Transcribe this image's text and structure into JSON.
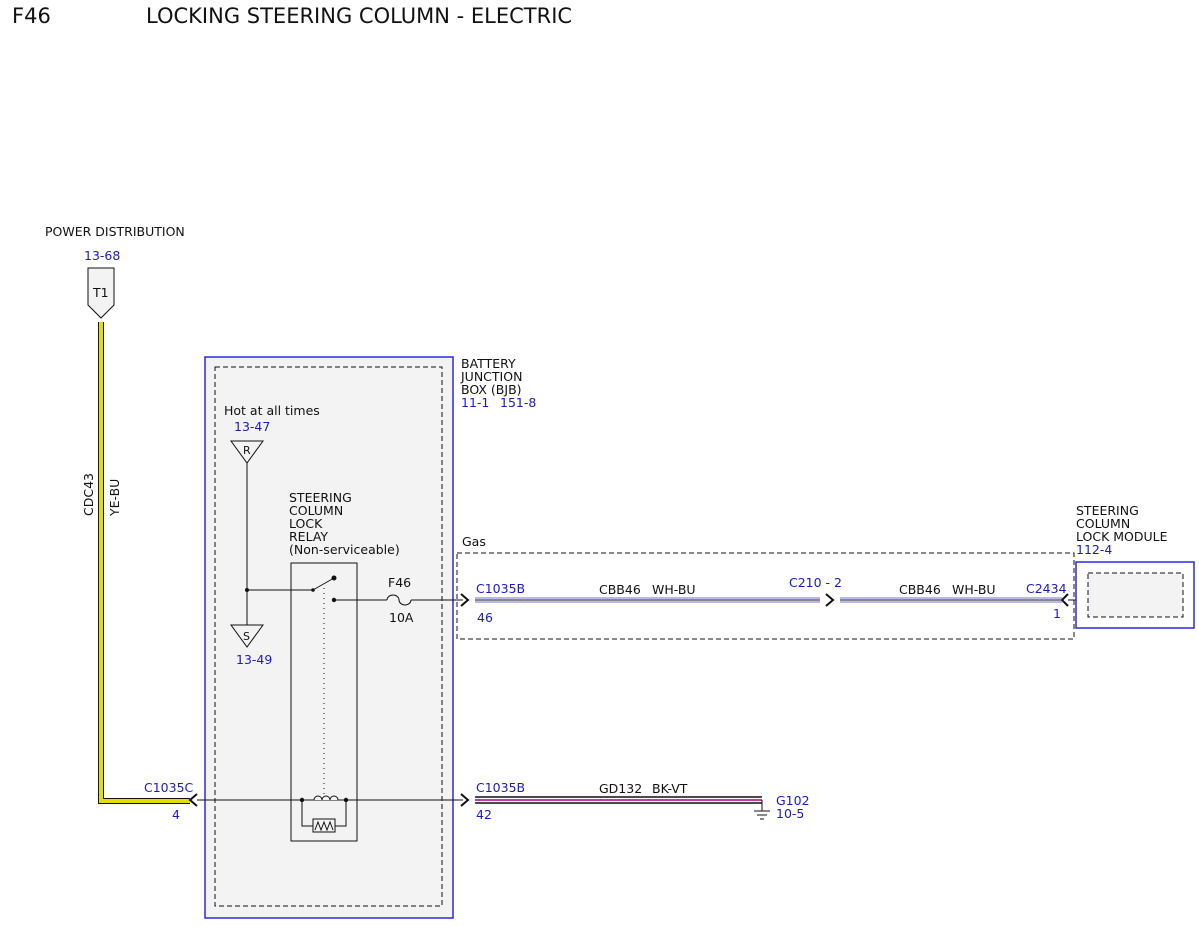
{
  "header": {
    "code": "F46",
    "title": "LOCKING STEERING COLUMN - ELECTRIC"
  },
  "colors": {
    "ref_blue": "#1a1acc",
    "box_blue": "#2a2ae0",
    "wire_yellow": "#e3e000",
    "wire_blue": "#6f6fe6",
    "wire_black": "#111111",
    "wire_violet": "#c23aa6",
    "box_fill": "#f3f3f3"
  },
  "power": {
    "label": "POWER DISTRIBUTION",
    "page_ref": "13-68",
    "terminal": "T1",
    "circuit": "CDC43",
    "wire_color": "YE-BU"
  },
  "bjb": {
    "name_lines": [
      "BATTERY",
      "JUNCTION",
      "BOX (BJB)"
    ],
    "ref_a": "11-1",
    "ref_b": "151-8",
    "hot_label": "Hot at all times",
    "hot_ref": "13-47",
    "r_terminal": "R",
    "s_terminal": "S",
    "s_ref": "13-49"
  },
  "relay": {
    "name_lines": [
      "STEERING",
      "COLUMN",
      "LOCK",
      "RELAY",
      "(Non-serviceable)"
    ]
  },
  "fuse": {
    "name": "F46",
    "rating": "10A"
  },
  "gas": {
    "label": "Gas"
  },
  "wires": {
    "signal": {
      "connector_left": "C1035B",
      "pin_left": "46",
      "circuit": "CBB46",
      "color": "WH-BU",
      "inline_connector": "C210 - 2",
      "connector_right": "C2434",
      "pin_right": "1"
    },
    "ground": {
      "connector_left": "C1035B",
      "pin_left": "42",
      "circuit": "GD132",
      "color": "BK-VT",
      "ground_id": "G102",
      "ground_ref": "10-5"
    },
    "power_in": {
      "connector": "C1035C",
      "pin": "4"
    }
  },
  "module": {
    "name_lines": [
      "STEERING",
      "COLUMN",
      "LOCK MODULE"
    ],
    "ref": "112-4"
  }
}
